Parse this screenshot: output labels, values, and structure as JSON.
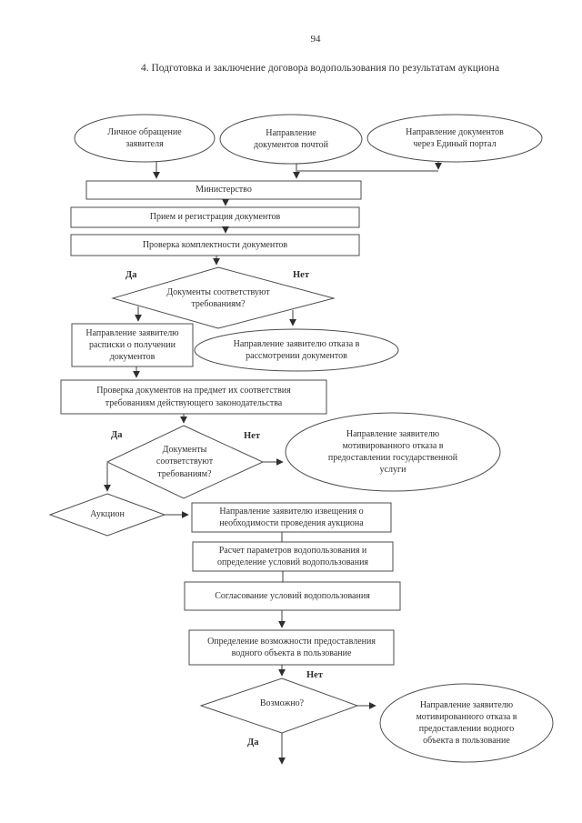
{
  "page": {
    "number": "94",
    "title": "4. Подготовка и заключение договора водопользования по результатам аукциона"
  },
  "labels": {
    "yes": "Да",
    "no": "Нет"
  },
  "nodes": {
    "start_personal": "Личное обращение\nзаявителя",
    "start_mail": "Направление\nдокументов почтой",
    "start_portal": "Направление документов\nчерез Единый портал",
    "ministry": "Министерство",
    "reception": "Прием и регистрация документов",
    "completeness": "Проверка комплектности документов",
    "decision_docs_1": "Документы соответствуют\nтребованиям?",
    "receipt": "Направление заявителю\nрасписки о получении\nдокументов",
    "refusal_review": "Направление заявителю отказа в\nрассмотрении документов",
    "compliance": "Проверка документов на предмет их соответствия\nтребованиям действующего законодательства",
    "decision_docs_2": "Документы\nсоответствуют\nтребованиям?",
    "refusal_service": "Направление заявителю\nмотивированного отказа в\nпредоставлении государственной\nуслуги",
    "auction": "Аукцион",
    "auction_notice": "Направление заявителю извещения о\nнеобходимости проведения аукциона",
    "water_params": "Расчет параметров водопользования и\nопределение условий водопользования",
    "terms_agreement": "Согласование условий водопользования",
    "possibility_check": "Определение возможности предоставления\nводного объекта в пользование",
    "decision_possible": "Возможно?",
    "refusal_object": "Направление заявителю\nмотивированного отказа в\nпредоставлении водного\nобъекта в пользование"
  }
}
